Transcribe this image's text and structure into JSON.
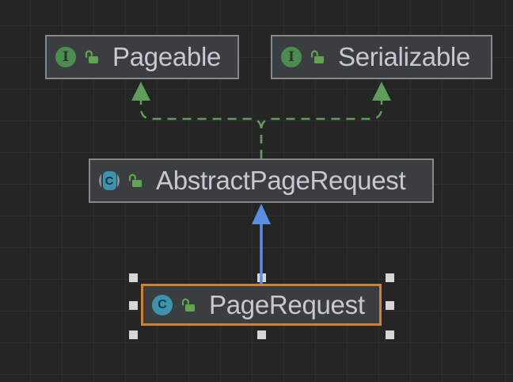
{
  "diagram": {
    "nodes": [
      {
        "label": "Pageable",
        "type": "interface",
        "badge": "I",
        "access": "public-unlocked",
        "selected": false
      },
      {
        "label": "Serializable",
        "type": "interface",
        "badge": "I",
        "access": "public-unlocked",
        "selected": false
      },
      {
        "label": "AbstractPageRequest",
        "type": "abstract-class",
        "badge": "C",
        "access": "public-unlocked",
        "selected": false
      },
      {
        "label": "PageRequest",
        "type": "class",
        "badge": "C",
        "access": "public-unlocked",
        "selected": true
      }
    ],
    "edges": [
      {
        "from": "AbstractPageRequest",
        "to": "Pageable",
        "relation": "realization",
        "line": "dashed",
        "color": "#5f9e58"
      },
      {
        "from": "AbstractPageRequest",
        "to": "Serializable",
        "relation": "realization",
        "line": "dashed",
        "color": "#5f9e58"
      },
      {
        "from": "PageRequest",
        "to": "AbstractPageRequest",
        "relation": "inheritance",
        "line": "solid",
        "color": "#5b8de1"
      }
    ],
    "colors": {
      "canvas_bg": "#252525",
      "grid_line": "#2e2e2e",
      "node_bg": "#3b3e41",
      "node_border": "#85888a",
      "selection_border": "#ce8238",
      "label_text": "#c4c9d2",
      "interface_badge": "#4c8c52",
      "class_badge": "#3e93ac",
      "lock_green": "#5ea54e",
      "handle": "#d7d7d7",
      "edge_green": "#5f9e58",
      "edge_blue": "#5b8de1"
    }
  }
}
